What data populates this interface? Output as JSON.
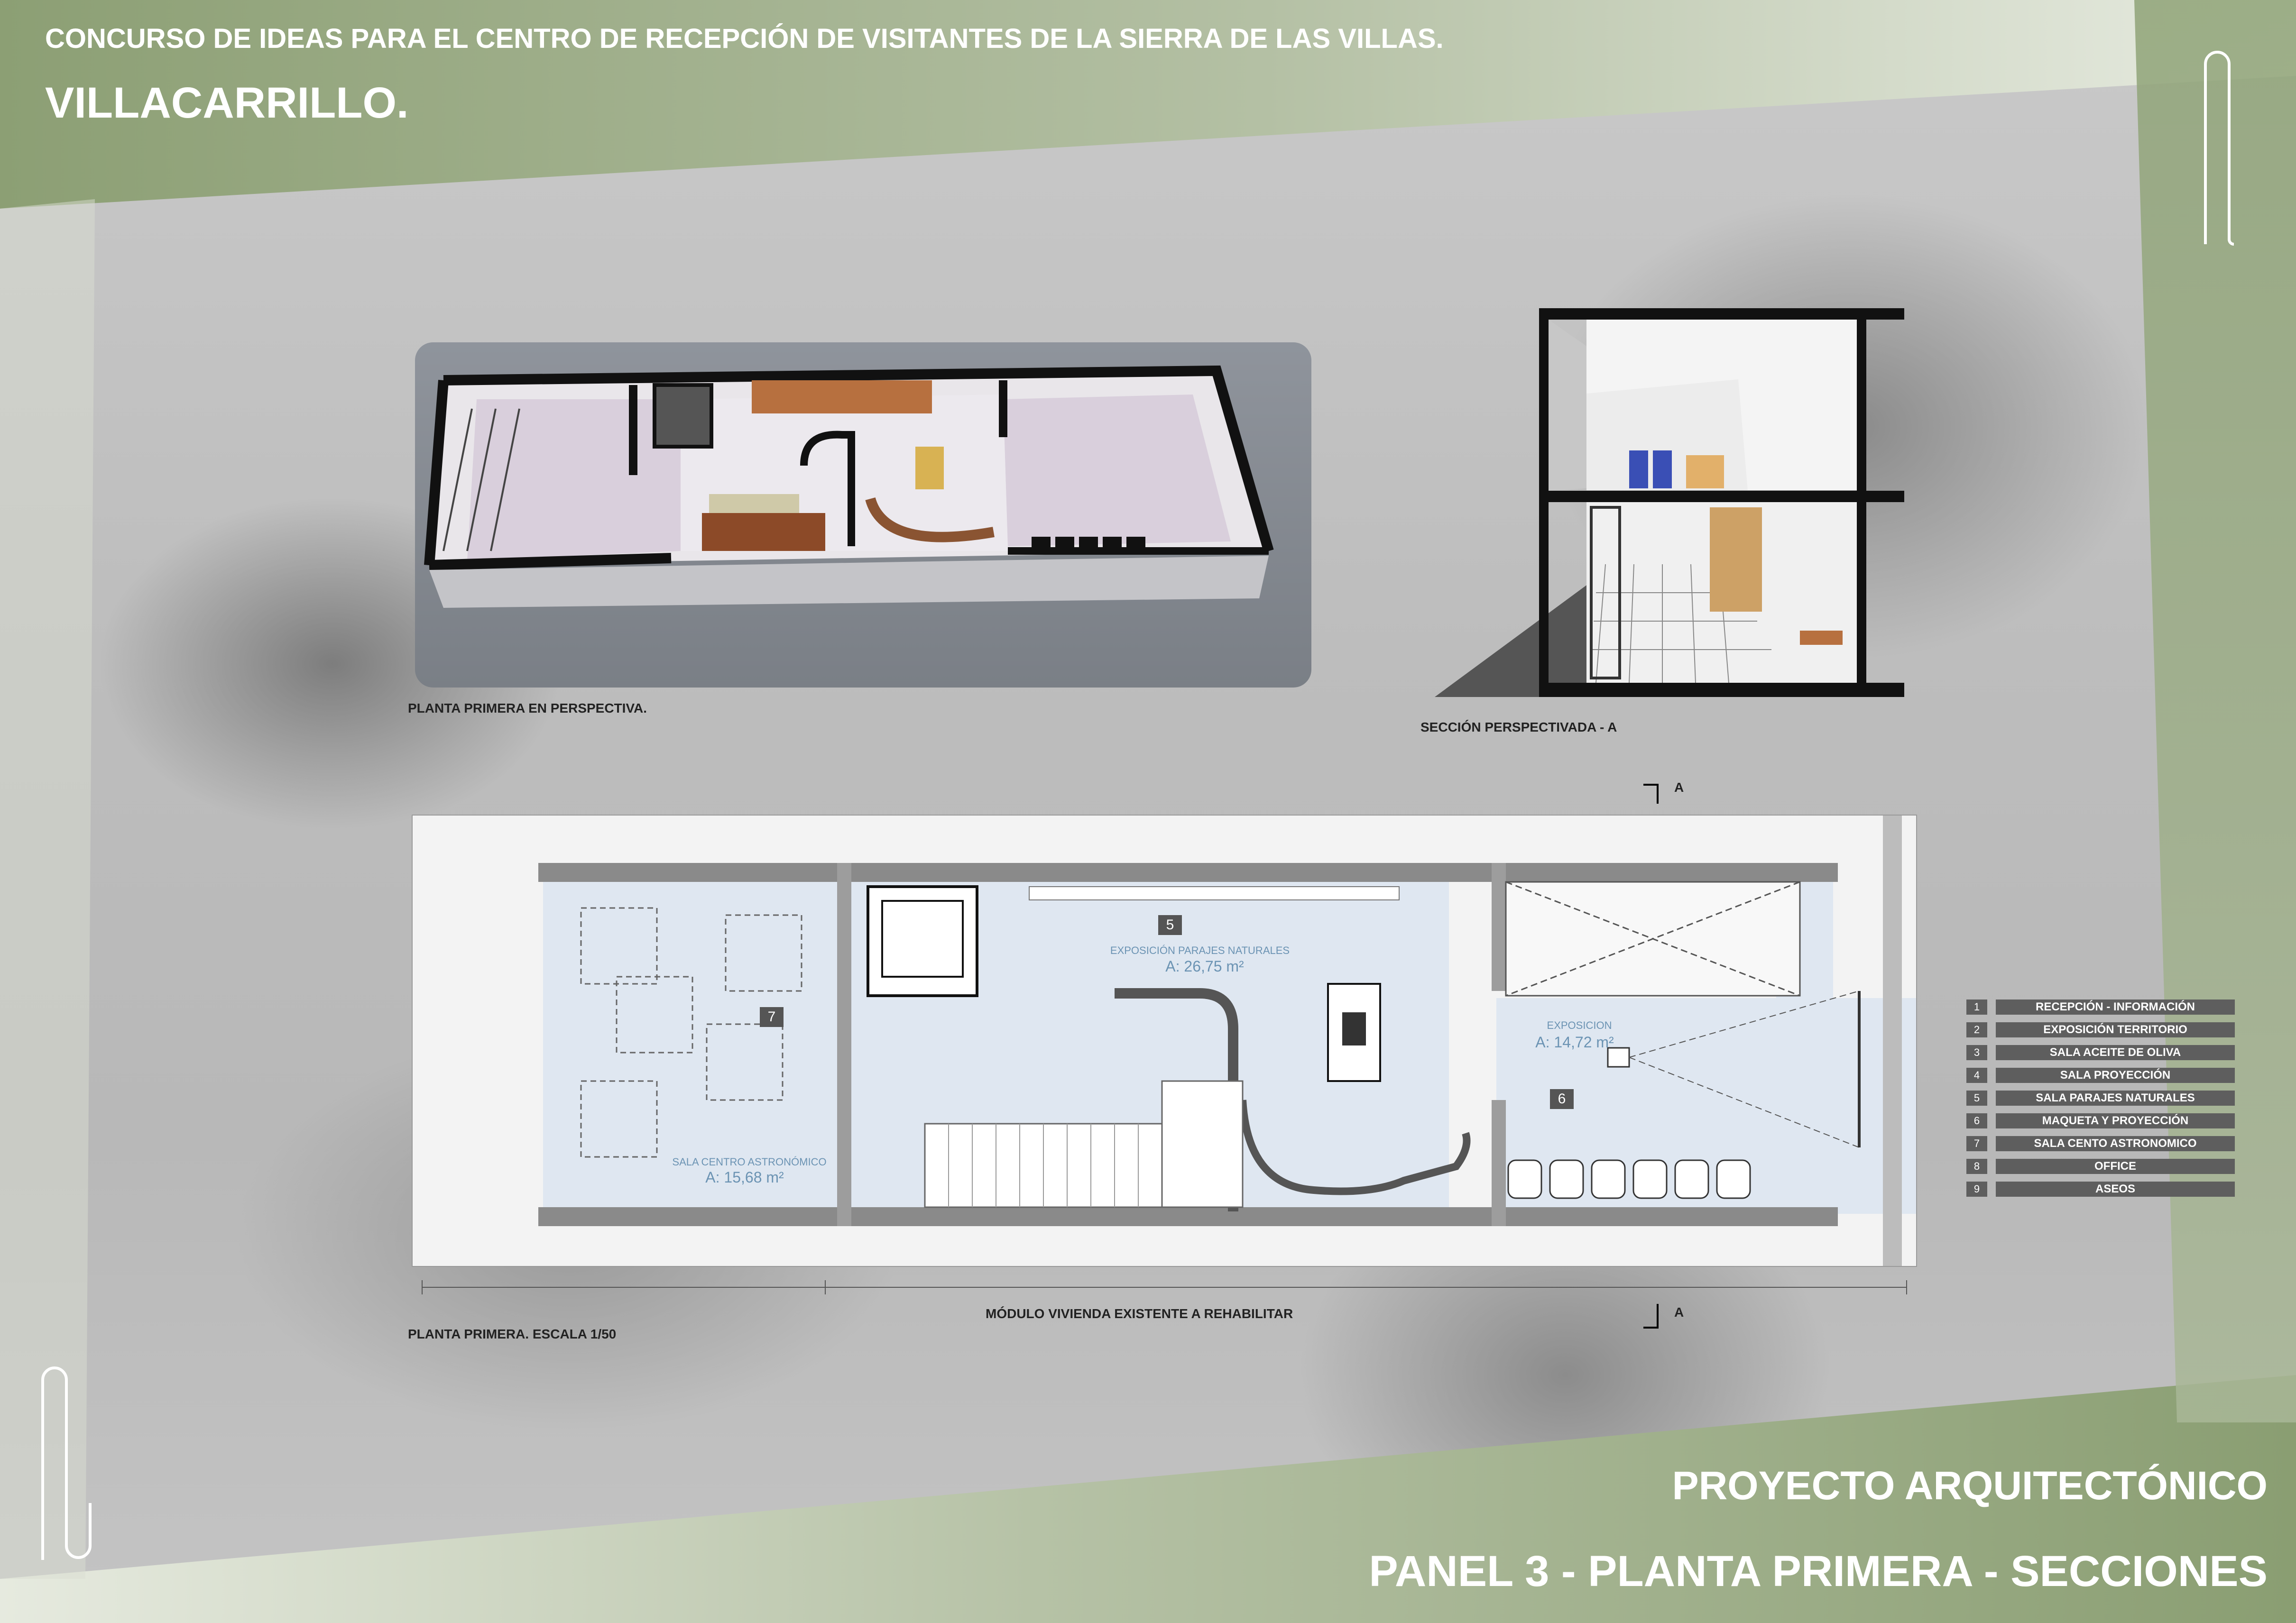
{
  "header": {
    "line1": "CONCURSO DE IDEAS PARA  EL CENTRO DE RECEPCIÓN DE VISITANTES DE LA SIERRA DE LAS VILLAS.",
    "line2": "VILLACARRILLO."
  },
  "footer": {
    "project": "PROYECTO ARQUITECTÓNICO",
    "panel": "PANEL 3 - PLANTA PRIMERA - SECCIONES"
  },
  "captions": {
    "perspective": "PLANTA PRIMERA EN PERSPECTIVA.",
    "section": "SECCIÓN PERSPECTIVADA - A",
    "plan": "PLANTA PRIMERA. ESCALA 1/50",
    "module": "MÓDULO VIVIENDA EXISTENTE A REHABILITAR",
    "section_mark_top": "A",
    "section_mark_bottom": "A"
  },
  "rooms": {
    "r5": {
      "num": "5",
      "name": "EXPOSICIÓN PARAJES NATURALES",
      "area": "A: 26,75 m²"
    },
    "r6": {
      "num": "6",
      "name": "EXPOSICION",
      "area": "A: 14,72 m²"
    },
    "r7": {
      "num": "7",
      "name": "SALA CENTRO ASTRONÓMICO",
      "area": "A: 15,68 m²"
    }
  },
  "legend": [
    {
      "num": "1",
      "label": "RECEPCIÓN - INFORMACIÓN"
    },
    {
      "num": "2",
      "label": "EXPOSICIÓN TERRITORIO"
    },
    {
      "num": "3",
      "label": "SALA ACEITE DE OLIVA"
    },
    {
      "num": "4",
      "label": "SALA PROYECCIÓN"
    },
    {
      "num": "5",
      "label": "SALA PARAJES NATURALES"
    },
    {
      "num": "6",
      "label": "MAQUETA Y PROYECCIÓN"
    },
    {
      "num": "7",
      "label": "SALA CENTO ASTRONOMICO"
    },
    {
      "num": "8",
      "label": "OFFICE"
    },
    {
      "num": "9",
      "label": "ASEOS"
    }
  ],
  "colors": {
    "band": "#8fa377",
    "plan_fill": "#dfe7f1",
    "wall": "#8a8a8a"
  }
}
